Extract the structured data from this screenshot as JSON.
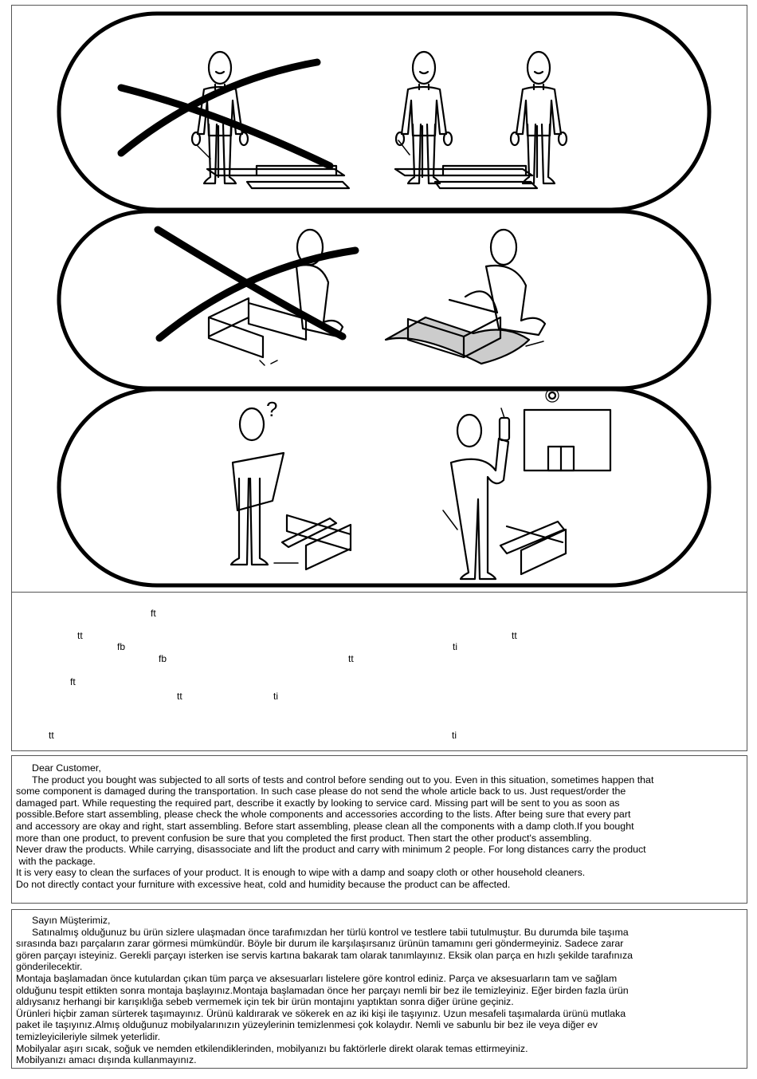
{
  "fragments": [
    "ft",
    "tt",
    "tt",
    "fb",
    "ti",
    "fb",
    "tt",
    "ft",
    "tt",
    "ti",
    "tt",
    "ti"
  ],
  "english": {
    "greeting": "Dear Customer,",
    "lines": [
      "The product you bought was subjected to all sorts of tests and control before sending out to you. Even in this situation, sometimes happen that",
      "some component is damaged during the transportation. In such case please do not send the whole article back to us. Just request/order the",
      "damaged part. While requesting the required part, describe it exactly by looking to service card. Missing part will be sent to you as soon as",
      "possible.Before start assembling, please check the whole components and accessories according to the lists. After being sure that every part",
      "and accessory are okay and right, start assembling. Before start assembling, please clean all the components with a damp cloth.If you bought",
      "more than one product, to prevent confusion be sure that you completed the first product. Then start the other product's assembling.",
      "Never draw the products. While carrying, disassociate and lift the product and carry with minimum 2 people. For long distances carry the product",
      " with the package.",
      "It is very easy to clean the surfaces of your product. It is enough to wipe with a damp and soapy cloth or other household cleaners.",
      "Do not directly contact your furniture with excessive heat, cold and humidity because the product can be affected."
    ]
  },
  "turkish": {
    "greeting": "Sayın Müşterimiz,",
    "lines": [
      "Satınalmış olduğunuz bu ürün sizlere ulaşmadan önce tarafımızdan her türlü kontrol ve testlere tabii tutulmuştur. Bu durumda bile taşıma",
      "sırasında bazı parçaların zarar görmesi mümkündür. Böyle bir durum ile karşılaşırsanız ürünün tamamını geri göndermeyiniz. Sadece zarar",
      "gören parçayı isteyiniz. Gerekli parçayı isterken ise servis kartına bakarak tam olarak tanımlayınız. Eksik olan parça en hızlı şekilde tarafınıza",
      "gönderilecektir.",
      "Montaja başlamadan önce kutulardan çıkan tüm parça ve aksesuarları listelere göre kontrol ediniz. Parça ve aksesuarların tam ve sağlam",
      "olduğunu tespit ettikten sonra montaja başlayınız.Montaja başlamadan önce her parçayı nemli bir bez ile temizleyiniz. Eğer birden fazla ürün",
      "aldıysanız herhangi bir karışıklığa sebeb vermemek için tek bir ürün montajını yaptıktan sonra diğer ürüne geçiniz.",
      "Ürünleri hiçbir zaman sürterek taşımayınız. Ürünü kaldırarak ve sökerek en az iki kişi ile taşıyınız. Uzun mesafeli taşımalarda ürünü mutlaka",
      "paket ile taşıyınız.Almış olduğunuz mobilyalarınızın yüzeylerinin temizlenmesi çok kolaydır. Nemli ve sabunlu bir bez ile veya diğer ev",
      "temizleyicileriyle silmek yeterlidir.",
      "Mobilyalar aşırı sıcak, soğuk ve nemden etkilendiklerinden, mobilyanızı bu faktörlerle direkt olarak temas ettirmeyiniz.",
      "Mobilyanızı amacı dışında kullanmayınız."
    ]
  }
}
